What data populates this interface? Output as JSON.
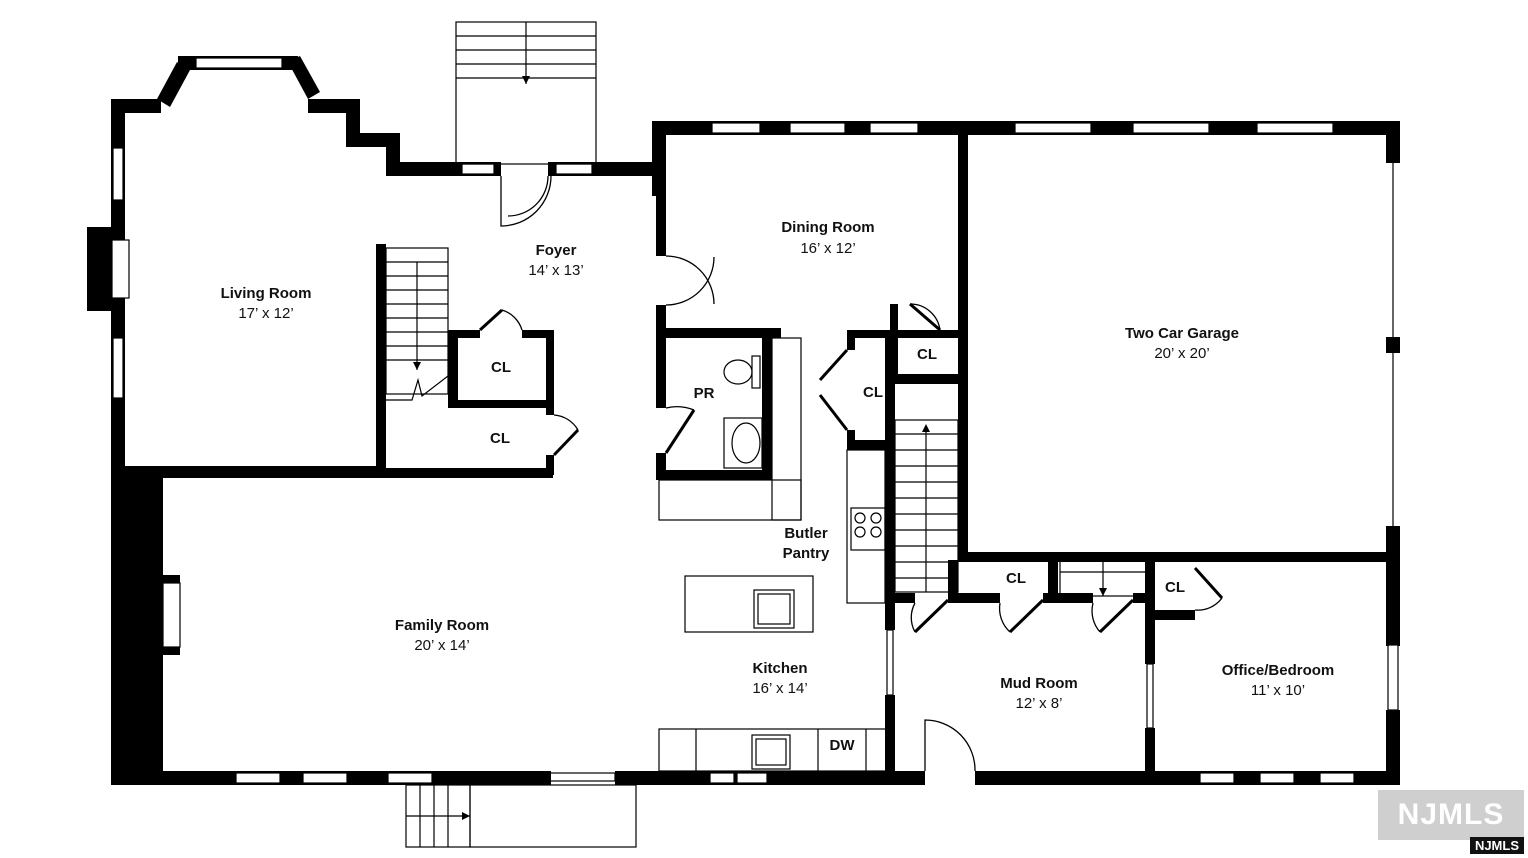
{
  "rooms": {
    "living": {
      "name": "Living Room",
      "dims": "17’  x  12’"
    },
    "foyer": {
      "name": "Foyer",
      "dims": "14’  x  13’"
    },
    "dining": {
      "name": "Dining Room",
      "dims": "16’  x  12’"
    },
    "garage": {
      "name": "Two Car Garage",
      "dims": "20’  x  20’"
    },
    "family": {
      "name": "Family Room",
      "dims": "20’  x  14’"
    },
    "kitchen": {
      "name": "Kitchen",
      "dims": "16’  x  14’"
    },
    "mud": {
      "name": "Mud Room",
      "dims": "12’  x  8’"
    },
    "office": {
      "name": "Office/Bedroom",
      "dims": "11’  x  10’"
    },
    "butler_line1": "Butler",
    "butler_line2": "Pantry"
  },
  "labels": {
    "cl": "CL",
    "pr": "PR",
    "dw": "DW"
  },
  "watermark": {
    "main": "NJMLS",
    "small": "NJMLS"
  }
}
